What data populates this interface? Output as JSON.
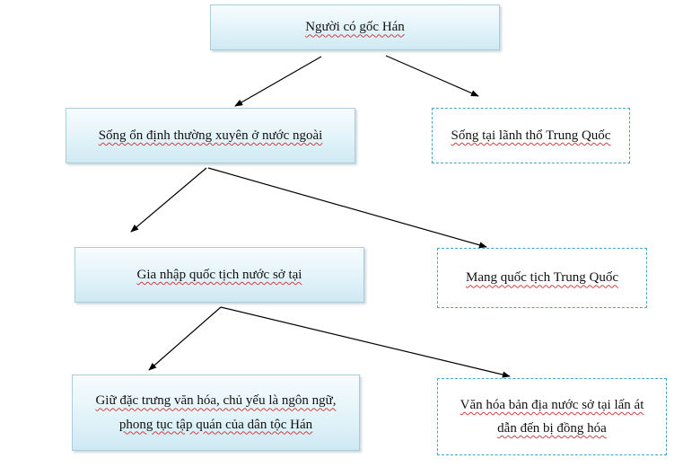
{
  "diagram": {
    "nodes": {
      "root": "Người có gốc Hán",
      "abroad": "Sống ổn định thường xuyên ở nước ngoài",
      "china": "Sống tại lãnh thổ Trung Quốc",
      "naturalized": "Gia nhập quốc tịch nước sở tại",
      "chinese_citizen": "Mang quốc tịch Trung Quốc",
      "keep_culture_line1": "Giữ đặc trưng văn hóa, chủ yếu là ngôn ngữ,",
      "keep_culture_line2": "phong tục tập quán của dân tộc Hán",
      "assimilated_line1": "Văn hóa bản địa nước sở tại lấn át",
      "assimilated_line2": "dẫn đến bị đồng hóa"
    },
    "colors": {
      "solid_fill": "#e2f3f9",
      "solid_border": "#a9cddc",
      "dashed_border": "#4aa3c8",
      "arrow": "#000000"
    }
  }
}
